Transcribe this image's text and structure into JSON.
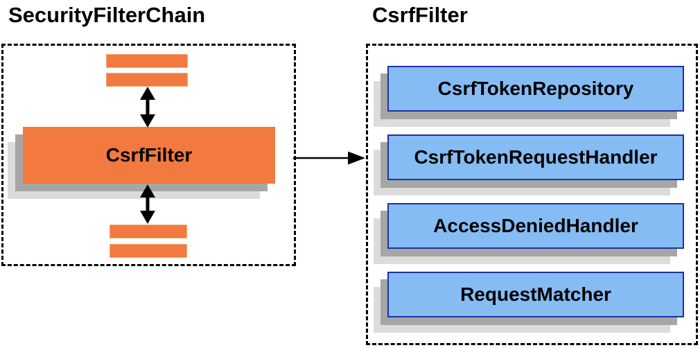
{
  "diagram": {
    "left_panel": {
      "title": "SecurityFilterChain",
      "filter_label": "CsrfFilter"
    },
    "right_panel": {
      "title": "CsrfFilter",
      "components": [
        "CsrfTokenRepository",
        "CsrfTokenRequestHandler",
        "AccessDeniedHandler",
        "RequestMatcher"
      ]
    },
    "colors": {
      "orange": "#F2793F",
      "orange_edge": "#F8A876",
      "blue_fill": "#85BCF4",
      "blue_border": "#20309E",
      "shadow_near": "#A6A6A6",
      "shadow_far": "#DCDCDC",
      "arrow": "#000000",
      "ink": "#000000"
    }
  }
}
